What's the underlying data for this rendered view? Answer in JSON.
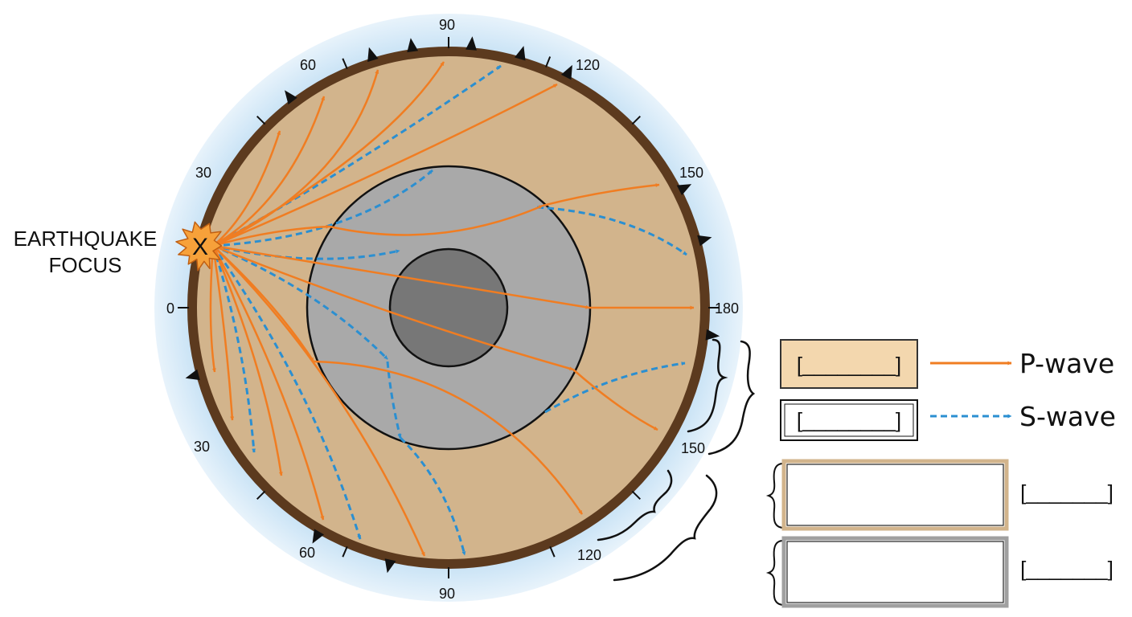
{
  "focus": {
    "label_line1": "EARTHQUAKE",
    "label_line2": "FOCUS",
    "marker": "X",
    "icon": "starburst-icon"
  },
  "degree_marks": {
    "top": [
      "0",
      "30",
      "60",
      "90",
      "120",
      "150",
      "180"
    ],
    "bottom": [
      "30",
      "60",
      "90",
      "120",
      "150"
    ]
  },
  "legend": {
    "p_wave_label": "P-wave",
    "s_wave_label": "S-wave",
    "box_blank": "[________]",
    "side_blank": "[_______]"
  },
  "colors": {
    "p_wave": "#f07d22",
    "s_wave": "#2b8fd1",
    "mantle": "#d2b48c",
    "outer_core": "#a9a9a9",
    "inner_core": "#777777",
    "crust": "#5c3a1e",
    "halo": "#d6ebf8"
  }
}
